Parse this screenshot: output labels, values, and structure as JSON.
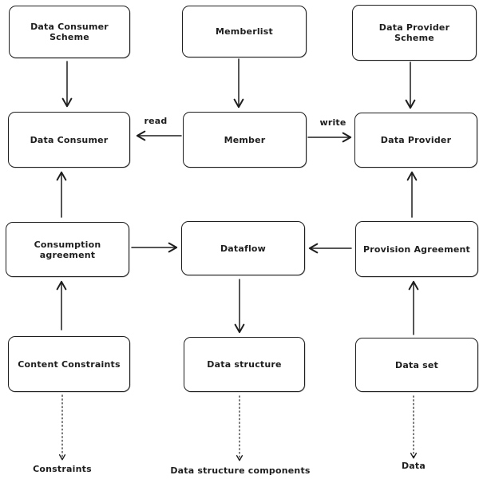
{
  "diagram": {
    "background_color": "#ffffff",
    "stroke_color": "#1e1e1e",
    "nodes": [
      {
        "id": "data-consumer-scheme",
        "label": "Data Consumer Scheme"
      },
      {
        "id": "memberlist",
        "label": "Memberlist"
      },
      {
        "id": "data-provider-scheme",
        "label": "Data Provider Scheme"
      },
      {
        "id": "data-consumer",
        "label": "Data Consumer"
      },
      {
        "id": "member",
        "label": "Member"
      },
      {
        "id": "data-provider",
        "label": "Data Provider"
      },
      {
        "id": "consumption-agreement",
        "label": "Consumption agreement"
      },
      {
        "id": "dataflow",
        "label": "Dataflow"
      },
      {
        "id": "provision-agreement",
        "label": "Provision Agreement"
      },
      {
        "id": "content-constraints",
        "label": "Content Constraints"
      },
      {
        "id": "data-structure",
        "label": "Data structure"
      },
      {
        "id": "data-set",
        "label": "Data set"
      }
    ],
    "edges": [
      {
        "from": "Data Consumer Scheme",
        "to": "Data Consumer",
        "style": "solid"
      },
      {
        "from": "Memberlist",
        "to": "Member",
        "style": "solid"
      },
      {
        "from": "Data Provider Scheme",
        "to": "Data Provider",
        "style": "solid"
      },
      {
        "from": "Member",
        "to": "Data Consumer",
        "style": "solid",
        "label": "read"
      },
      {
        "from": "Member",
        "to": "Data Provider",
        "style": "solid",
        "label": "write"
      },
      {
        "from": "Consumption agreement",
        "to": "Data Consumer",
        "style": "solid"
      },
      {
        "from": "Consumption agreement",
        "to": "Dataflow",
        "style": "solid"
      },
      {
        "from": "Provision Agreement",
        "to": "Dataflow",
        "style": "solid"
      },
      {
        "from": "Provision Agreement",
        "to": "Data Provider",
        "style": "solid"
      },
      {
        "from": "Content Constraints",
        "to": "Consumption agreement",
        "style": "solid"
      },
      {
        "from": "Dataflow",
        "to": "Data structure",
        "style": "solid"
      },
      {
        "from": "Data set",
        "to": "Provision Agreement",
        "style": "solid"
      },
      {
        "from": "Content Constraints",
        "to": "Constraints",
        "style": "dotted"
      },
      {
        "from": "Data structure",
        "to": "Data structure components",
        "style": "dotted"
      },
      {
        "from": "Data set",
        "to": "Data",
        "style": "dotted"
      }
    ],
    "floating_labels": [
      {
        "id": "constraints",
        "label": "Constraints"
      },
      {
        "id": "data-structure-components",
        "label": "Data structure components"
      },
      {
        "id": "data",
        "label": "Data"
      }
    ]
  }
}
